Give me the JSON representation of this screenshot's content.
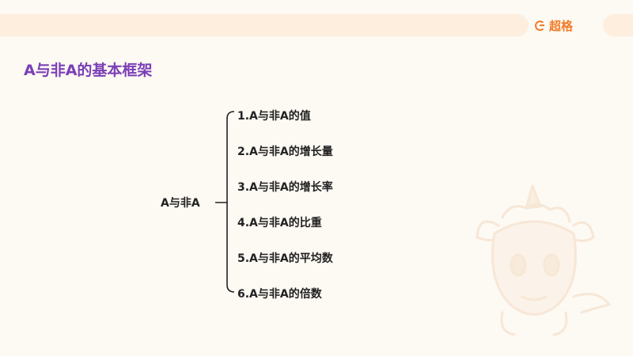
{
  "header": {
    "logo_text": "超格",
    "logo_icon": "g-logo-icon",
    "accent_color": "#f07c26",
    "bar_color": "#fdeede"
  },
  "title": "A与非A的基本框架",
  "title_color": "#7a3fb6",
  "diagram": {
    "root": "A与非A",
    "branches": [
      "1.A与非A的值",
      "2.A与非A的增长量",
      "3.A与非A的增长率",
      "4.A与非A的比重",
      "5.A与非A的平均数",
      "6.A与非A的倍数"
    ]
  },
  "decoration": {
    "mascot_icon": "unicorn-mascot-icon"
  }
}
